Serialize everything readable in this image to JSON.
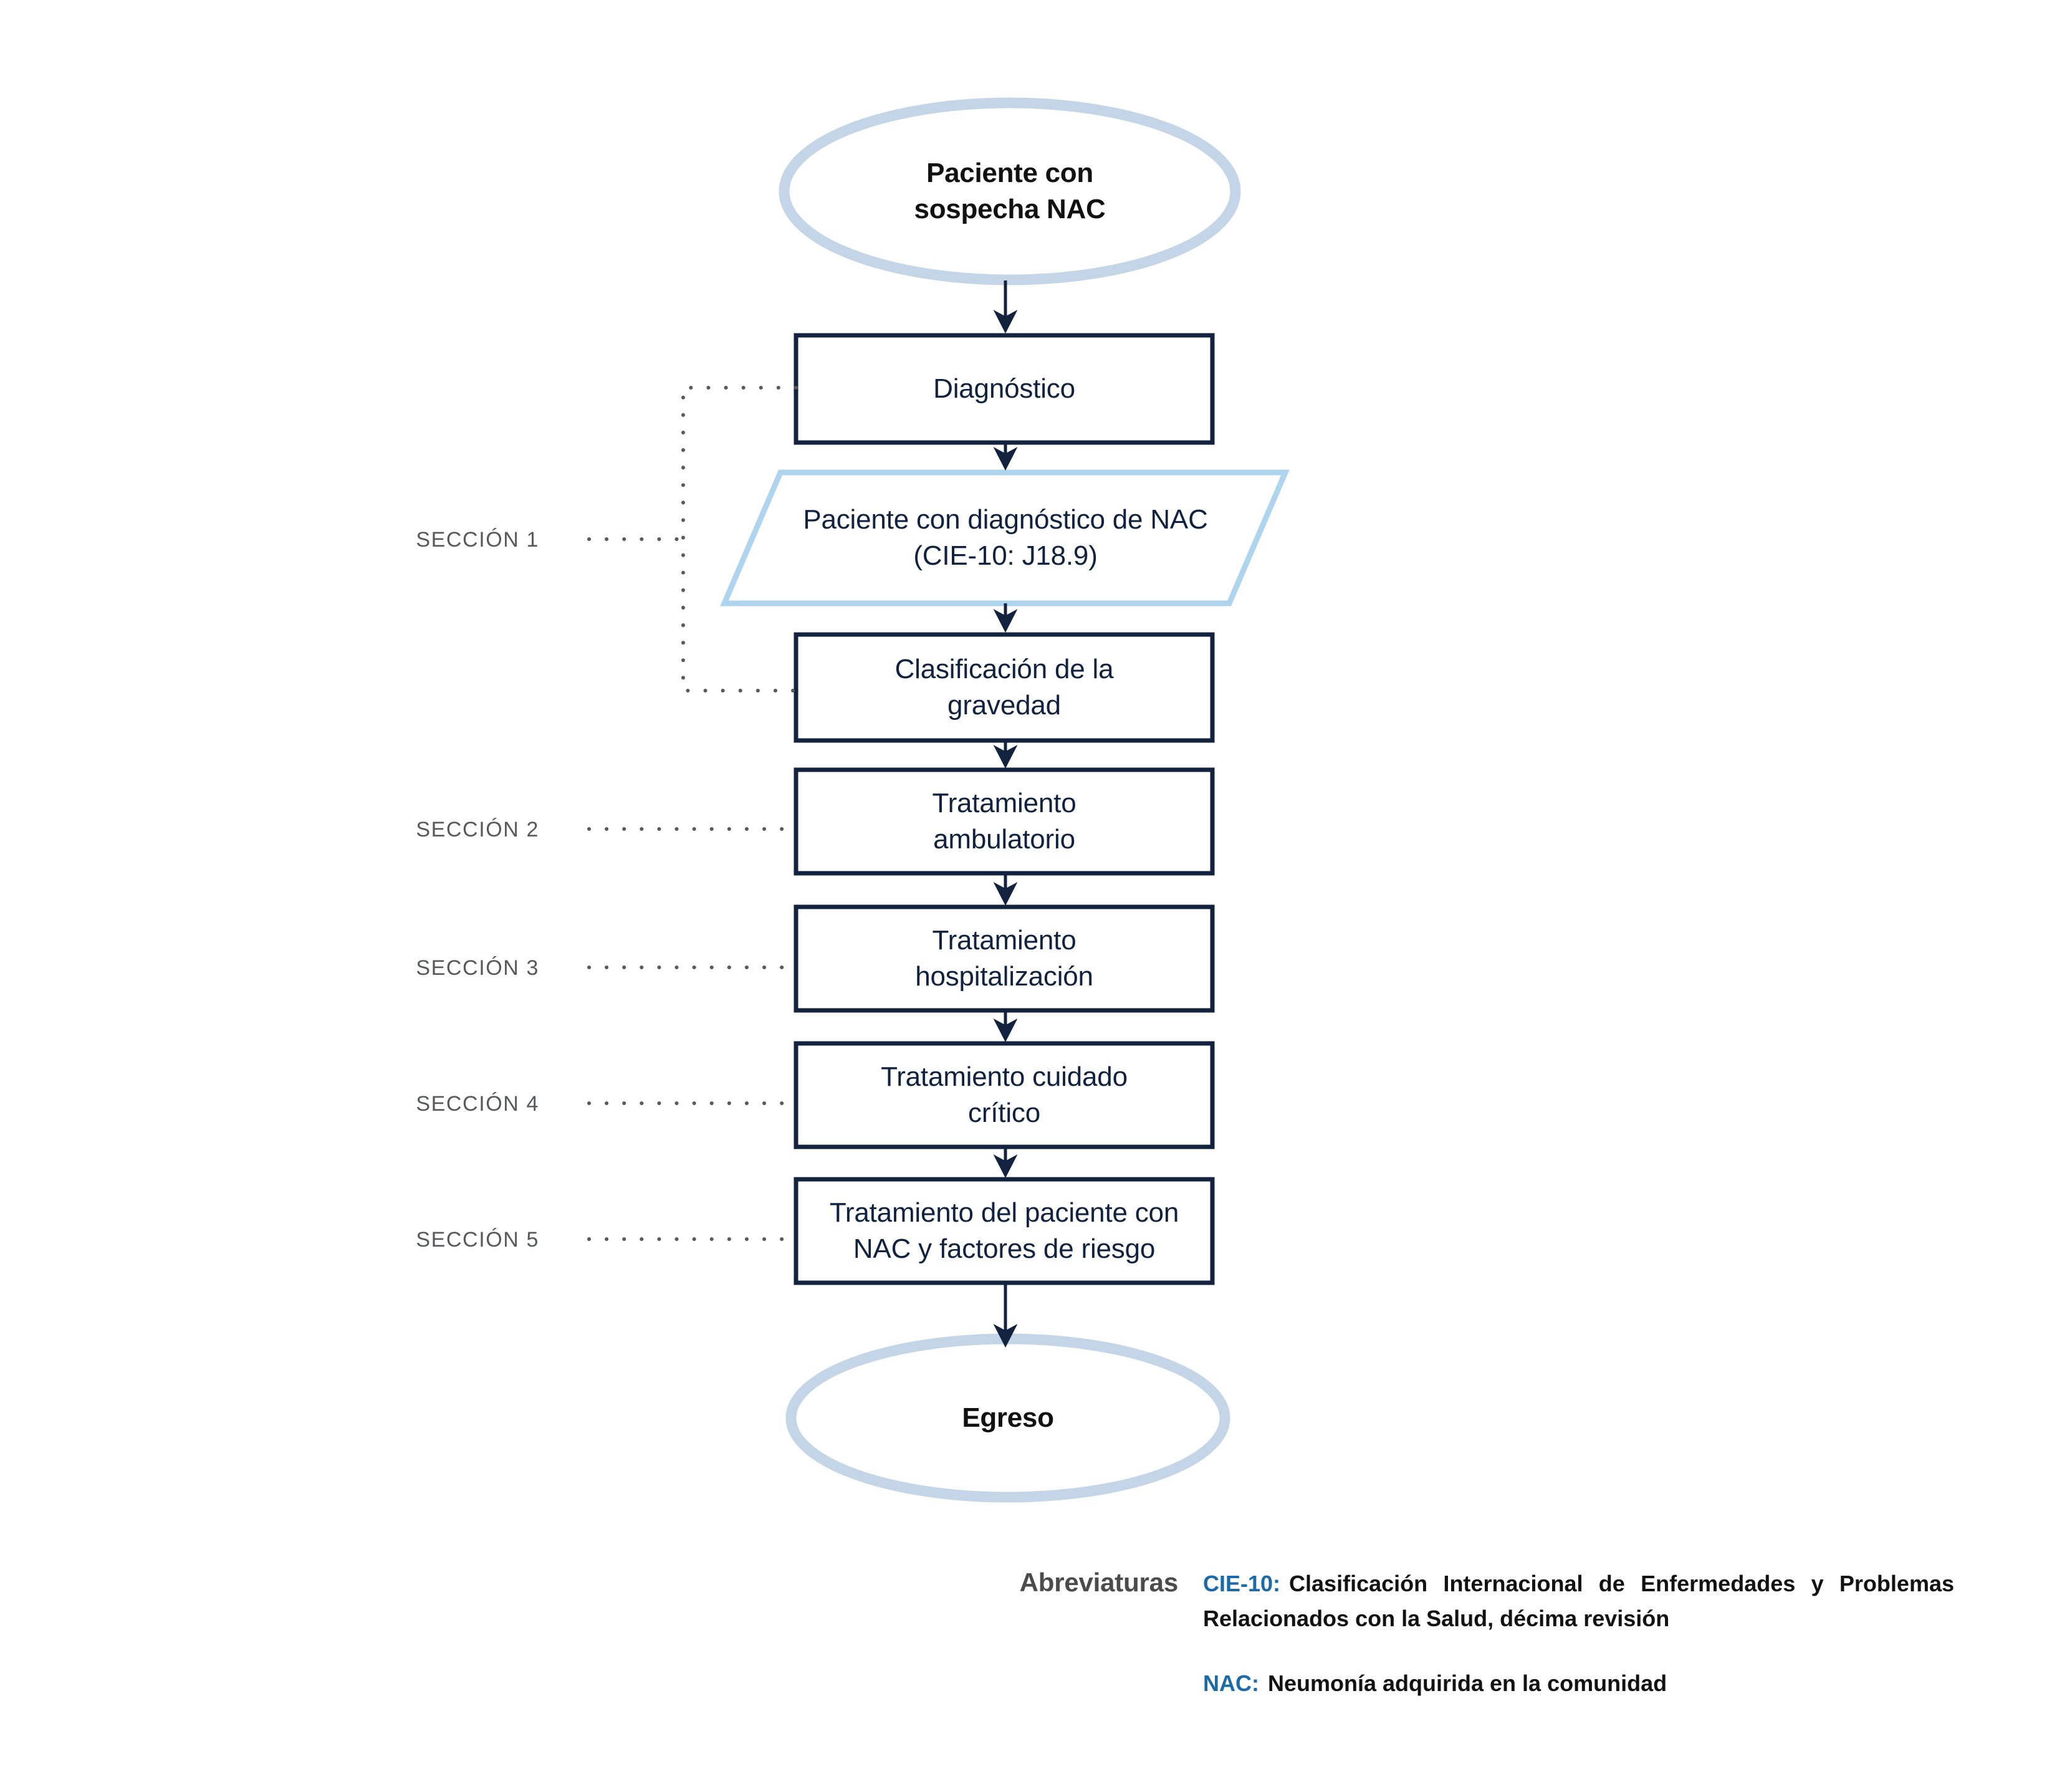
{
  "diagram": {
    "type": "flowchart",
    "orientation": "vertical",
    "colors": {
      "terminal_stroke": "#c3d5e6",
      "process_stroke": "#13233f",
      "io_stroke": "#aed4ee",
      "arrow": "#13233f",
      "section_label": "#58595b",
      "abbrev_key": "#1a6ba8",
      "abbrev_title": "#4b4b4b",
      "background": "#ffffff"
    },
    "nodes": [
      {
        "id": "start",
        "shape": "ellipse",
        "line1": "Paciente con",
        "line2": "sospecha NAC"
      },
      {
        "id": "diagnostico",
        "shape": "rectangle",
        "line1": "Diagnóstico",
        "line2": ""
      },
      {
        "id": "nac-dx",
        "shape": "parallelogram",
        "line1": "Paciente con diagnóstico de NAC",
        "line2": "(CIE-10: J18.9)"
      },
      {
        "id": "gravedad",
        "shape": "rectangle",
        "line1": "Clasificación de la",
        "line2": "gravedad"
      },
      {
        "id": "ambulatorio",
        "shape": "rectangle",
        "line1": "Tratamiento",
        "line2": "ambulatorio"
      },
      {
        "id": "hospital",
        "shape": "rectangle",
        "line1": "Tratamiento",
        "line2": "hospitalización"
      },
      {
        "id": "critico",
        "shape": "rectangle",
        "line1": "Tratamiento cuidado",
        "line2": "crítico"
      },
      {
        "id": "riesgo",
        "shape": "rectangle",
        "line1": "Tratamiento del paciente con",
        "line2": "NAC y factores de riesgo"
      },
      {
        "id": "egreso",
        "shape": "ellipse",
        "line1": "Egreso",
        "line2": ""
      }
    ],
    "edges": [
      {
        "from": "start",
        "to": "diagnostico"
      },
      {
        "from": "diagnostico",
        "to": "nac-dx"
      },
      {
        "from": "nac-dx",
        "to": "gravedad"
      },
      {
        "from": "gravedad",
        "to": "ambulatorio"
      },
      {
        "from": "ambulatorio",
        "to": "hospital"
      },
      {
        "from": "hospital",
        "to": "critico"
      },
      {
        "from": "critico",
        "to": "riesgo"
      },
      {
        "from": "riesgo",
        "to": "egreso"
      }
    ],
    "sections": [
      {
        "id": "s1",
        "label": "SECCIÓN 1",
        "covers": [
          "diagnostico",
          "nac-dx",
          "gravedad"
        ]
      },
      {
        "id": "s2",
        "label": "SECCIÓN 2",
        "covers": [
          "ambulatorio"
        ]
      },
      {
        "id": "s3",
        "label": "SECCIÓN 3",
        "covers": [
          "hospital"
        ]
      },
      {
        "id": "s4",
        "label": "SECCIÓN 4",
        "covers": [
          "critico"
        ]
      },
      {
        "id": "s5",
        "label": "SECCIÓN 5",
        "covers": [
          "riesgo"
        ]
      }
    ]
  },
  "abbreviations": {
    "title": "Abreviaturas",
    "items": [
      {
        "key": "CIE-10:",
        "definition": "Clasificación Internacional de Enfermedades y Problemas Relacionados con la Salud, décima revisión"
      },
      {
        "key": "NAC:",
        "definition": "Neumonía adquirida en la comunidad"
      }
    ]
  }
}
